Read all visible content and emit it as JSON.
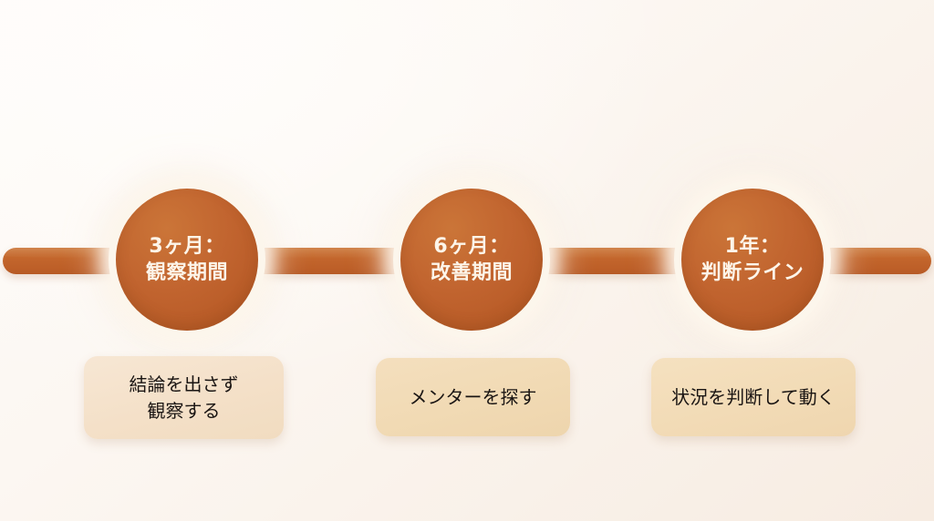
{
  "diagram": {
    "type": "horizontal-timeline",
    "background_color": "#fcf7f2",
    "connector": {
      "name": "timeline-bar",
      "color": "#c2652c"
    },
    "milestones": [
      {
        "circle_color": "#c1642f",
        "ring_color": "#fcf6ec",
        "text_color": "#fdf5e9",
        "line1": "3ヶ月：",
        "line2": "観察期間",
        "card": {
          "background_color": "#f4e0c8",
          "text_color": "#1a1513",
          "line1": "結論を出さず",
          "line2": "観察する"
        }
      },
      {
        "circle_color": "#c1642f",
        "ring_color": "#fcf6ec",
        "text_color": "#fdf5e9",
        "line1": "6ヶ月：",
        "line2": "改善期間",
        "card": {
          "background_color": "#f1dab4",
          "text_color": "#1a1513",
          "line1": "メンターを探す",
          "line2": ""
        }
      },
      {
        "circle_color": "#c1642f",
        "ring_color": "#fcf6ec",
        "text_color": "#fdf5e9",
        "line1": "1年：",
        "line2": "判断ライン",
        "card": {
          "background_color": "#f2dbb6",
          "text_color": "#1a1513",
          "line1": "状況を判断して動く",
          "line2": ""
        }
      }
    ]
  }
}
